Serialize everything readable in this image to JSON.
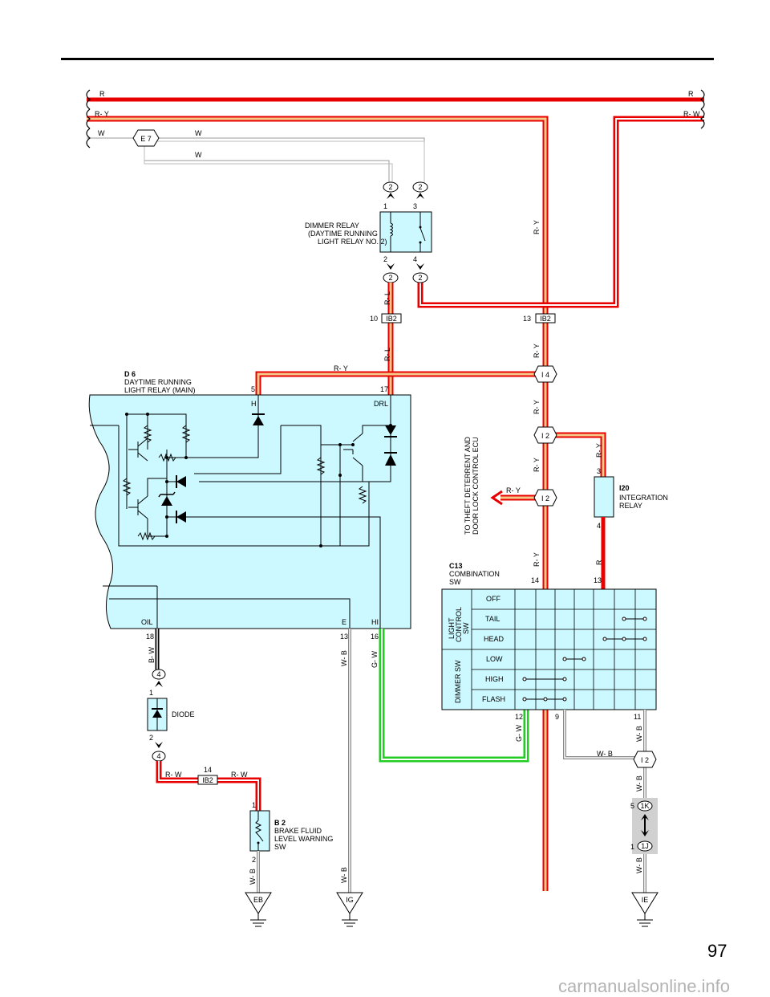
{
  "page_number": "97",
  "watermark": "carmanualsonline.info",
  "wires": {
    "r": "R",
    "ry": "R- Y",
    "rw": "R- W",
    "w": "W",
    "rl": "R- L",
    "bw": "B- W",
    "wb": "W- B",
    "gw": "G- W"
  },
  "connectors": {
    "e7": "E 7",
    "ib2": "IB2",
    "i4": "I 4",
    "i2": "I 2",
    "k1": "1K",
    "j1": "1J",
    "c2": "2",
    "c4": "4"
  },
  "grounds": {
    "eb": "EB",
    "ig": "IG",
    "ie": "IE"
  },
  "dimmer_relay": {
    "line1": "DIMMER RELAY",
    "line2": "(DAYTIME RUNNING",
    "line3": "LIGHT RELAY NO. 2)"
  },
  "d6": {
    "code": "D 6",
    "line1": "DAYTIME RUNNING",
    "line2": "LIGHT RELAY (MAIN)",
    "pin_h": "H",
    "pin_drl": "DRL",
    "pin_oil": "OIL",
    "pin_e": "E",
    "pin_hi": "HI"
  },
  "i20": {
    "code": "I20",
    "line1": "INTEGRATION",
    "line2": "RELAY"
  },
  "theft": {
    "line1": "TO THEFT DETERRENT AND",
    "line2": "DOOR LOCK CONTROL ECU"
  },
  "c13": {
    "code": "C13",
    "line1": "COMBINATION",
    "line2": "SW",
    "light_l1": "LIGHT",
    "light_l2": "CONTROL",
    "light_l3": "SW",
    "dimmer": "DIMMER SW",
    "rows": [
      "OFF",
      "TAIL",
      "HEAD",
      "LOW",
      "HIGH",
      "FLASH"
    ]
  },
  "diode": "DIODE",
  "b2": {
    "code": "B 2",
    "line1": "BRAKE FLUID",
    "line2": "LEVEL WARNING",
    "line3": "SW"
  },
  "pins": {
    "p1": "1",
    "p2": "2",
    "p3": "3",
    "p4": "4",
    "p5": "5",
    "p9": "9",
    "p10": "10",
    "p11": "11",
    "p12": "12",
    "p13": "13",
    "p14": "14",
    "p16": "16",
    "p17": "17",
    "p18": "18"
  }
}
